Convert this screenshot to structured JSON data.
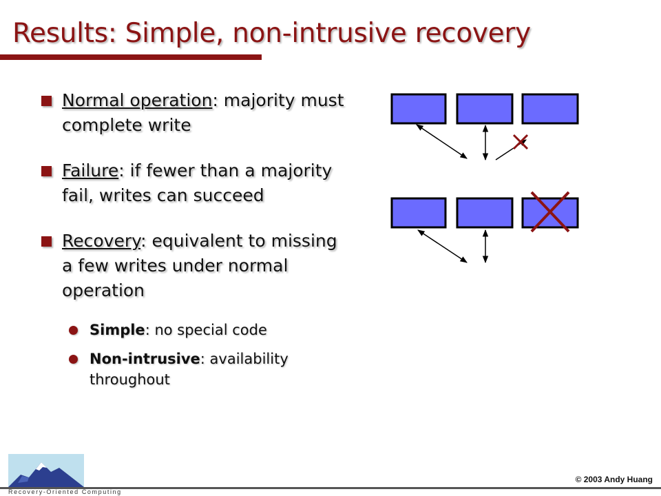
{
  "slide": {
    "title": "Results: Simple, non-intrusive recovery",
    "bullets": [
      {
        "term": "Normal operation",
        "text": ": majority must complete write"
      },
      {
        "term": "Failure",
        "text": ": if fewer than a majority fail, writes can succeed"
      },
      {
        "term": "Recovery",
        "text": ": equivalent to missing a few writes under normal operation"
      }
    ],
    "sub_bullets": [
      {
        "term": "Simple",
        "text": ": no special code"
      },
      {
        "term": "Non-intrusive",
        "text": ": availability throughout"
      }
    ]
  },
  "footer": {
    "copyright": "© 2003 Andy Huang",
    "logo_text": "Recovery-Oriented Computing"
  },
  "colors": {
    "accent": "#8b1414",
    "box_fill": "#6b6bff",
    "box_stroke": "#000000"
  }
}
